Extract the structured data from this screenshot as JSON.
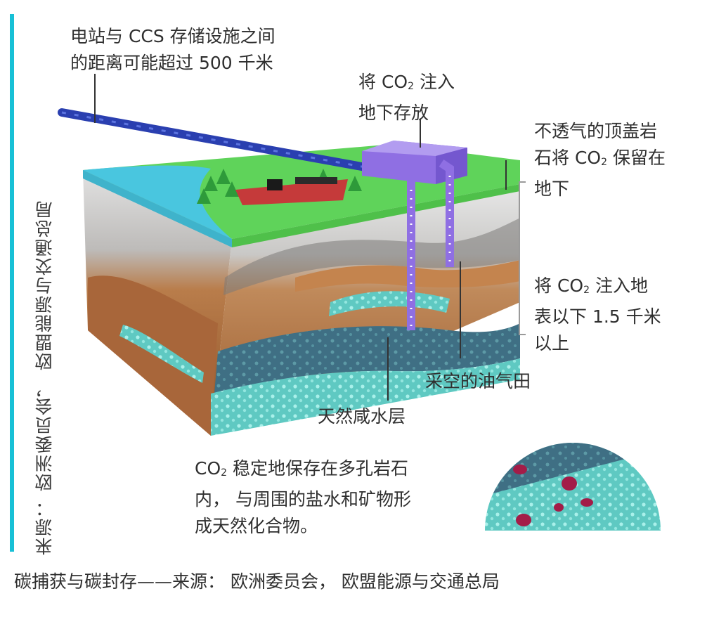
{
  "side_source": "来源： 欧洲委员会， 欧盟能源与交通总局",
  "labels": {
    "distance_line1": "电站与 CCS 存储设施之间",
    "distance_line2": "的距离可能超过 500 千米",
    "inject_line1_a": "将 CO",
    "inject_line1_sub": "2",
    "inject_line1_b": " 注入",
    "inject_line2": "地下存放",
    "caprock_line1": "不透气的顶盖岩",
    "caprock_line2_a": "石将 CO",
    "caprock_line2_sub": "2",
    "caprock_line2_b": " 保留在",
    "caprock_line3": "地下",
    "depth_line1_a": "将 CO",
    "depth_line1_sub": "2",
    "depth_line1_b": " 注入地",
    "depth_line2": "表以下 1.5 千米",
    "depth_line3": "以上",
    "oilgas": "采空的油气田",
    "aquifer": "天然咸水层",
    "stable_line1_a": "CO",
    "stable_line1_sub": "2",
    "stable_line1_b": " 稳定地保存在多孔岩石",
    "stable_line2": "内， 与周围的盐水和矿物形",
    "stable_line3": "成天然化合物。"
  },
  "caption": "碳捕获与碳封存——来源： 欧洲委员会， 欧盟能源与交通总局",
  "colors": {
    "accent": "#17c0d6",
    "sea": "#49c6df",
    "grass": "#5fd35a",
    "pipe": "#2a3fb0",
    "facility": "#8f6fe3",
    "rock_brown": "#b9743f",
    "caprock_grey": "#7c7a79",
    "aquifer_teal": "#6fd6cc",
    "aquifer_dark": "#3e6d82",
    "droplet": "#a31c48"
  }
}
